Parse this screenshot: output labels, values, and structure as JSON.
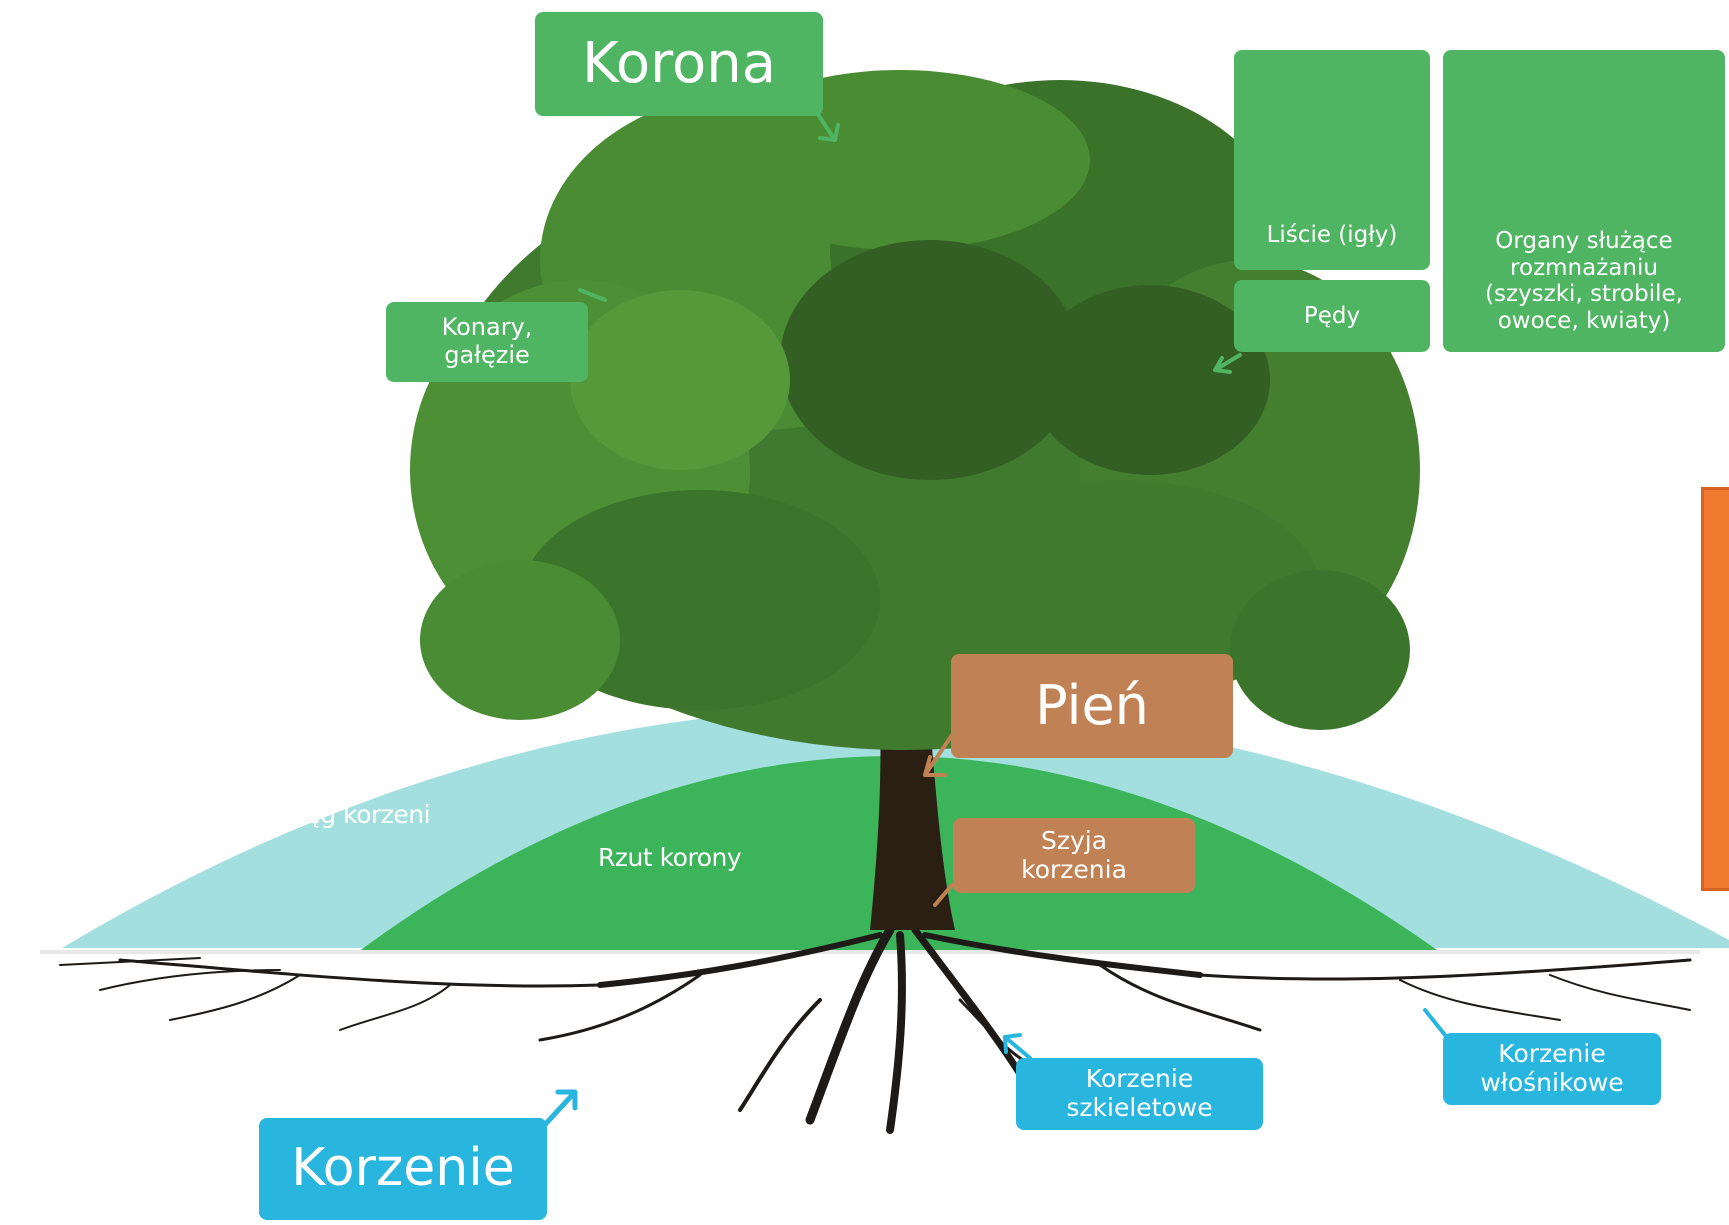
{
  "labels": {
    "korona": "Korona",
    "konary": "Konary,\ngałęzie",
    "liscie": "Liście (igły)",
    "pedy": "Pędy",
    "organy": "Organy służące\nrozmnażaniu\n(szyszki, strobile,\nowoce, kwiaty)",
    "pien": "Pień",
    "szyja": "Szyja\nkorzenia",
    "zasieg": "Zasięg korzeni",
    "rzut": "Rzut korony",
    "szkieletowe": "Korzenie\nszkieletowe",
    "wlosnikowe": "Korzenie\nwłośnikowe",
    "korzenie": "Korzenie"
  },
  "colors": {
    "label_green": "#4fb562",
    "label_brown": "#c08155",
    "label_cyan": "#29b6de",
    "root_zone": "#a4dfe0",
    "crown_projection": "#3cb55a",
    "foliage": "#3f7a2e",
    "trunk": "#2b1f14",
    "side_tab": "#f07a30"
  }
}
